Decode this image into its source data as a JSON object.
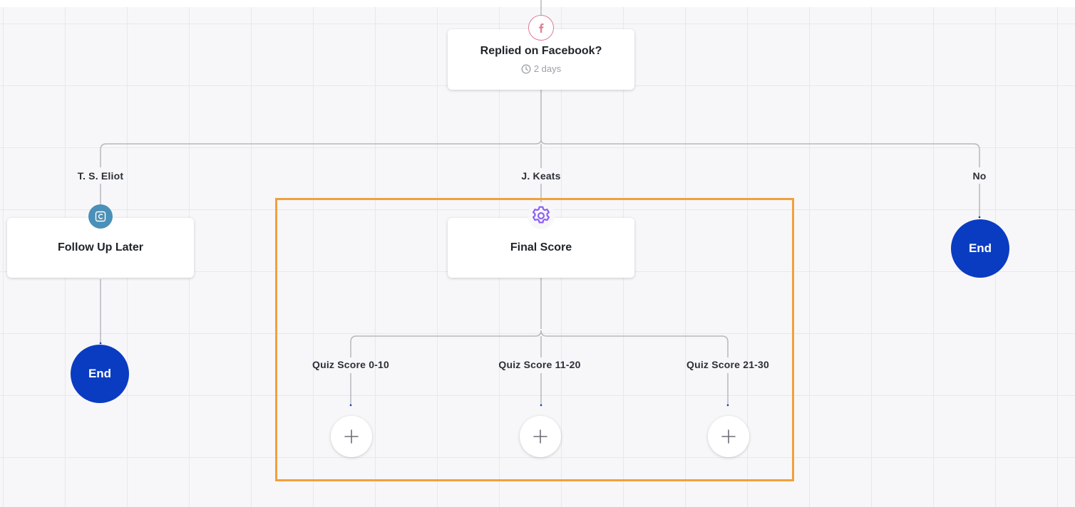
{
  "colors": {
    "accent_end": "#0a3cc2",
    "selection": "#f2a03d",
    "facebook": "#e07b93",
    "condition_badge": "#4a90b8",
    "gear": "#8b5cf6",
    "connector": "#b5b8be"
  },
  "root": {
    "title": "Replied on Facebook?",
    "delay": "2 days",
    "icon": "facebook-icon"
  },
  "branches": {
    "left": {
      "label": "T. S. Eliot"
    },
    "middle": {
      "label": "J. Keats"
    },
    "right": {
      "label": "No"
    }
  },
  "left_action": {
    "title": "Follow Up Later",
    "icon": "condition-c-icon"
  },
  "middle_action": {
    "title": "Final Score",
    "icon": "gear-icon"
  },
  "sub_branches": [
    {
      "label": "Quiz Score 0-10"
    },
    {
      "label": "Quiz Score 11-20"
    },
    {
      "label": "Quiz Score 21-30"
    }
  ],
  "end_nodes": {
    "left": "End",
    "right": "End"
  }
}
